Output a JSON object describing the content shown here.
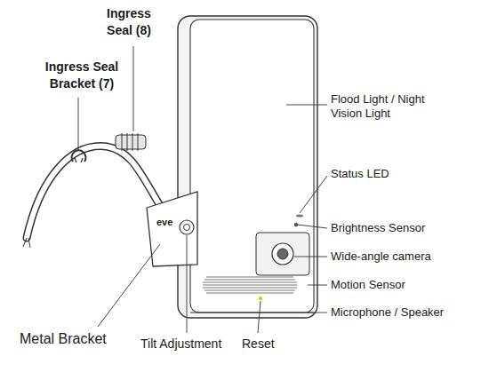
{
  "diagram": {
    "labels": [
      "Ingress Seal Bracket (7)",
      "Ingress Seal (8)",
      "Flood Light / Night Vision Light",
      "Status LED",
      "Brightness Sensor",
      "Wide-angle camera",
      "Motion Sensor",
      "Microphone / Speaker",
      "eve",
      "Metal Bracket",
      "Tilt Adjustment",
      "Reset"
    ]
  }
}
